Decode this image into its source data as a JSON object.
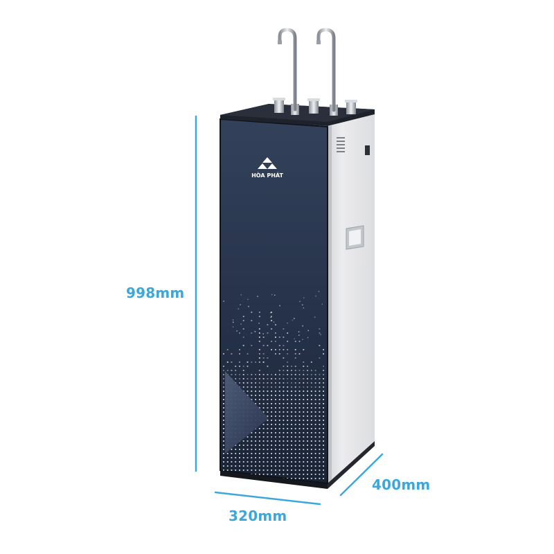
{
  "product": {
    "brand": "HÒA PHÁT"
  },
  "dimensions": {
    "height": "998mm",
    "width": "320mm",
    "depth": "400mm"
  },
  "colors": {
    "dimension_line": "#3aa8dc",
    "front_panel_top": "#2d3950",
    "front_panel_bottom": "#182233",
    "side_panel": "#e4e5e7",
    "top_cover": "#1c2129"
  }
}
